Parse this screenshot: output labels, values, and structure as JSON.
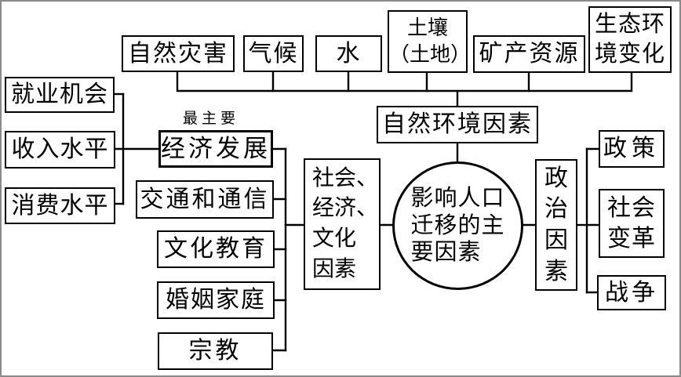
{
  "colors": {
    "background": "#ffffff",
    "frame_border": "#8a8a8a",
    "ink": "#000000"
  },
  "diagram": {
    "center_node": {
      "label": "影响人口\n迁移的主\n要因素"
    },
    "natural_branch": {
      "category_label": "自然环境因素",
      "leaves": [
        {
          "id": "natural-disaster",
          "label": "自然灾害"
        },
        {
          "id": "climate",
          "label": "气候"
        },
        {
          "id": "water",
          "label": "水"
        },
        {
          "id": "soil-land",
          "label": "土壤\n（土地）"
        },
        {
          "id": "mineral-resources",
          "label": "矿产资源"
        },
        {
          "id": "ecological-environment-change",
          "label": "生态环\n境变化"
        }
      ]
    },
    "socioeconomic_branch": {
      "category_label": "社会、\n经济、\n文化\n因素",
      "most_important_note": "最主要",
      "leaves": [
        {
          "id": "economic-development",
          "label": "经济发展"
        },
        {
          "id": "transport-and-communication",
          "label": "交通和通信"
        },
        {
          "id": "culture-education",
          "label": "文化教育"
        },
        {
          "id": "marriage-family",
          "label": "婚姻家庭"
        },
        {
          "id": "religion",
          "label": "宗教"
        }
      ],
      "economic_sub_leaves": [
        {
          "id": "employment-opportunity",
          "label": "就业机会"
        },
        {
          "id": "income-level",
          "label": "收入水平"
        },
        {
          "id": "consumption-level",
          "label": "消费水平"
        }
      ]
    },
    "political_branch": {
      "category_label": "政\n治\n因\n素",
      "leaves": [
        {
          "id": "policy",
          "label": "政策"
        },
        {
          "id": "social-reform",
          "label": "社会\n变革"
        },
        {
          "id": "war",
          "label": "战争"
        }
      ]
    }
  }
}
